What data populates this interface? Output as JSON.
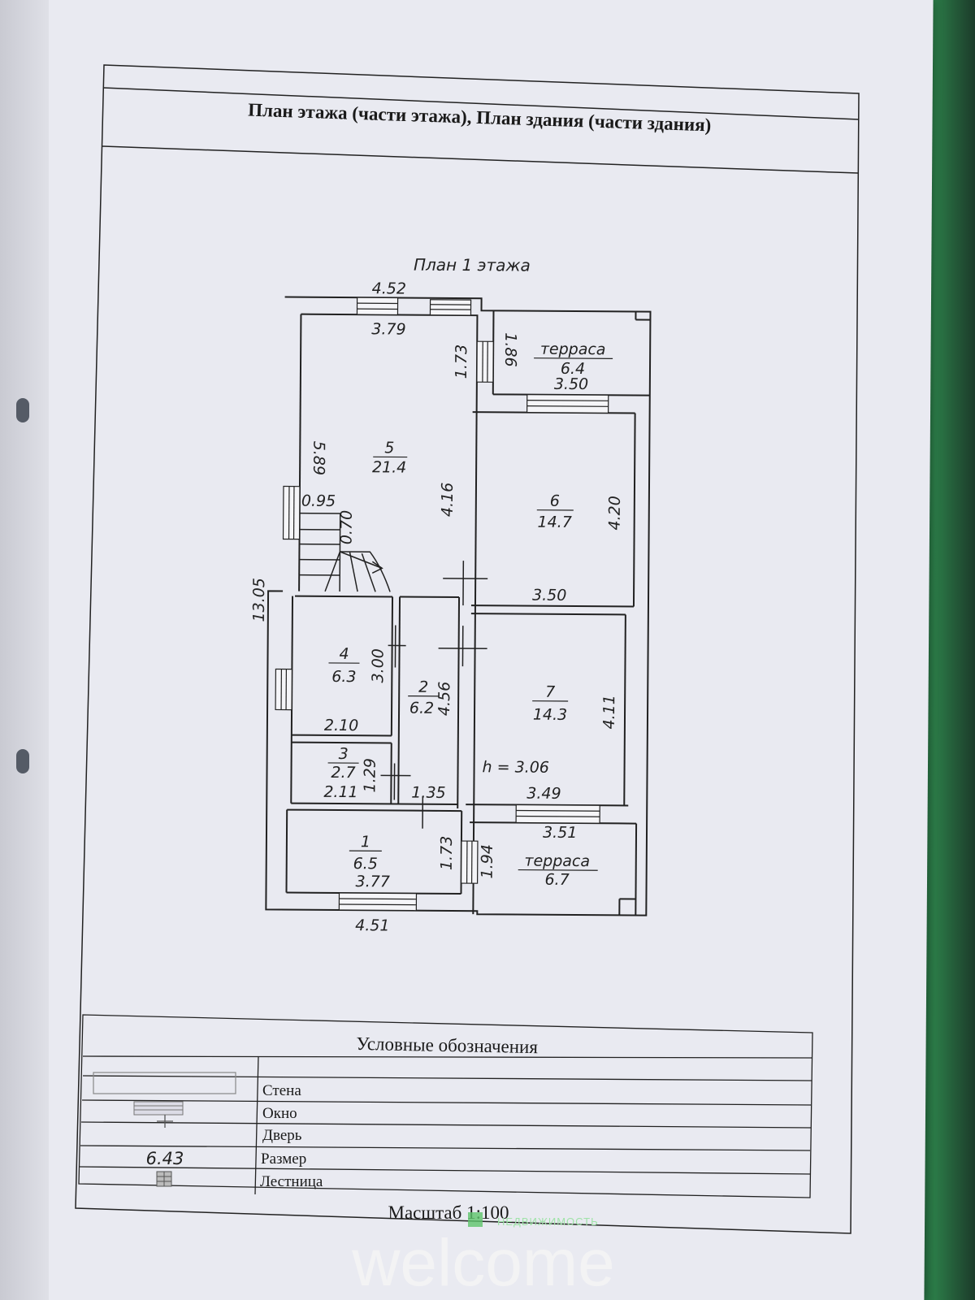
{
  "header": {
    "title": "План этажа (части этажа), План здания (части здания)"
  },
  "plan": {
    "title": "План 1 этажа",
    "dims": {
      "top_total": "4.52",
      "top_inner": "3.79",
      "left_total": "13.05",
      "left_upper": "5.89",
      "bottom_total": "4.51",
      "stair_w": "0.95",
      "stair_d": "0.70",
      "r5_right": "4.16",
      "door_a": "1.73",
      "door_b": "1.86",
      "r6_right": "4.20",
      "r6_bottom": "3.50",
      "r4_right": "3.00",
      "r4_bottom": "2.10",
      "r2_right": "4.56",
      "r7_right": "4.11",
      "r7_bottom": "3.49",
      "r3_bottom": "2.11",
      "r3_right": "1.29",
      "r2_bottom": "1.35",
      "r1_bottom": "3.77",
      "r1_right": "1.73",
      "t2_door": "1.94",
      "t2_top": "3.51",
      "t1_bottom": "3.50",
      "height": "h = 3.06"
    },
    "rooms": {
      "r5": {
        "num": "5",
        "area": "21.4"
      },
      "r6": {
        "num": "6",
        "area": "14.7"
      },
      "r4": {
        "num": "4",
        "area": "6.3"
      },
      "r2": {
        "num": "2",
        "area": "6.2"
      },
      "r7": {
        "num": "7",
        "area": "14.3"
      },
      "r3": {
        "num": "3",
        "area": "2.7"
      },
      "r1": {
        "num": "1",
        "area": "6.5"
      },
      "t1": {
        "num": "терраса",
        "area": "6.4"
      },
      "t2": {
        "num": "терраса",
        "area": "6.7"
      }
    }
  },
  "legend": {
    "title": "Условные обозначения",
    "items": [
      {
        "label": "Стена"
      },
      {
        "label": "Окно"
      },
      {
        "label": "Дверь"
      },
      {
        "label": "Размер",
        "sample": "6.43"
      },
      {
        "label": "Лестница"
      }
    ]
  },
  "footer": {
    "scale": "Масштаб 1:100"
  },
  "watermark": {
    "text": "welcome",
    "sub": "НЕДВИЖИМОСТЬ"
  }
}
